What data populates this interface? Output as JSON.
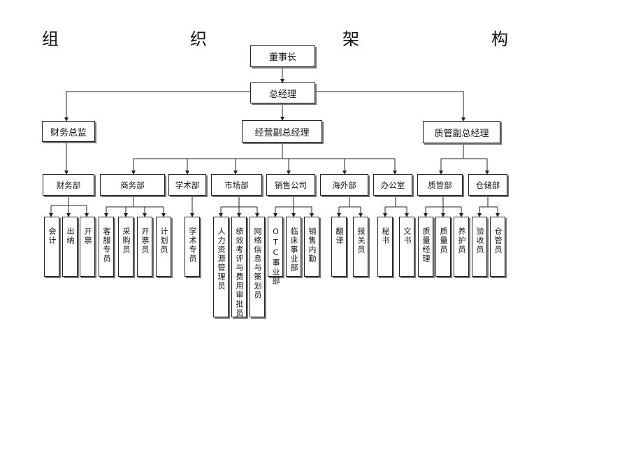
{
  "title": [
    "组",
    "织",
    "架",
    "构"
  ],
  "chairman": "董事长",
  "general_manager": "总经理",
  "vp": {
    "finance": "财务总监",
    "operations": "经营副总经理",
    "quality": "质管副总经理"
  },
  "departments": {
    "finance": "财务部",
    "commerce": "商务部",
    "academic": "学术部",
    "marketing": "市场部",
    "sales": "销售公司",
    "overseas": "海外部",
    "office": "办公室",
    "quality": "质管部",
    "storage": "仓储部"
  },
  "positions": {
    "accounting": "会计",
    "cashier": "出纳",
    "invoicing": "开票",
    "customer_service": "客服专员",
    "purchasing": "采购员",
    "invoicer": "开票员",
    "planner": "计划员",
    "academic_specialist": "学术专员",
    "hr_manager": "人力资源管理员",
    "performance": "绩效考评与费用审批员",
    "network": "网络信息与策划员",
    "otc": "OTC事业部",
    "clinical": "临床事业部",
    "sales_internal": "销售内勤",
    "translation": "翻译",
    "customs": "报关员",
    "secretary": "秘书",
    "documents": "文书",
    "qa_manager": "质量经理",
    "qa_officer": "质量员",
    "maintenance": "养护员",
    "inspection": "验收员",
    "warehouse": "仓管员"
  }
}
